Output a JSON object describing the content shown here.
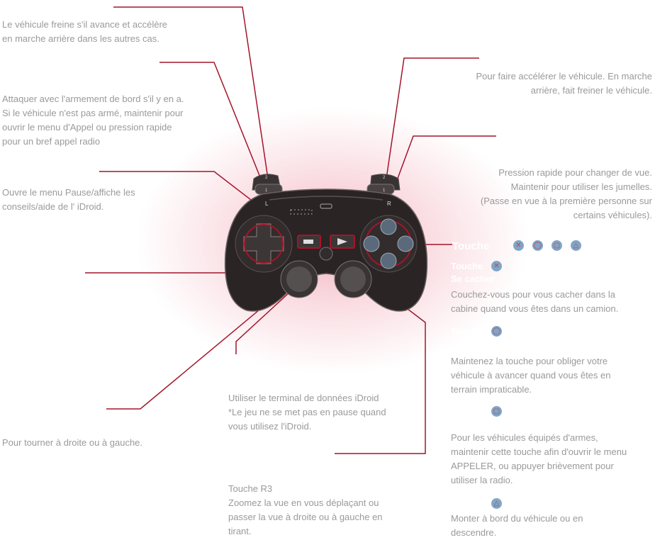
{
  "left": {
    "l2_desc": "Le véhicule freine s'il avance et accélère\nen marche arrière dans les autres cas.",
    "l1_desc": "Attaquer avec l'armement de bord s'il y en a.\nSi le véhicule n'est pas armé, maintenir pour\nouvrir le menu d'Appel ou pression rapide\npour un bref appel radio",
    "start_desc": "Ouvre le menu Pause/affiche les\nconseils/aide de l' iDroid.",
    "lstick_desc": "Pour tourner à droite ou à gauche."
  },
  "center": {
    "select_desc": "Utiliser le terminal de données iDroid\n*Le jeu ne se met pas en pause quand\nvous utilisez l'iDroid.",
    "r3_title": "Touche R3",
    "r3_desc": "Zoomez la vue en vous déplaçant ou\npasser la vue à droite ou à gauche en\ntirant."
  },
  "right": {
    "r2_desc": "Pour faire accélérer le véhicule. En marche\narrière, fait freiner le véhicule.",
    "r1_desc": "Pression rapide pour changer de vue.\nMaintenir pour utiliser les jumelles.\n(Passe en vue à la première personne sur\ncertains véhicules).",
    "face_title": "Touche",
    "cross_title": "Touche",
    "cross_sub": "Se cacher",
    "cross_desc": "Couchez-vous pour vous cacher dans la\ncabine quand vous êtes dans un camion.",
    "circle_title": "Touche",
    "circle_desc": "Maintenez la touche pour obliger votre\nvéhicule à avancer quand vous êtes en\nterrain impraticable.",
    "square_desc": "Pour les véhicules équipés d'armes,\nmaintenir cette touche afin d'ouvrir le menu\nAPPELER, ou appuyer brièvement pour\nutiliser la radio.",
    "triangle_desc": "Monter à bord du véhicule ou en\ndescendre."
  },
  "controller": {
    "l_label": "L",
    "r_label": "R",
    "l1": "1",
    "l2": "2",
    "r1": "1",
    "r2": "2"
  },
  "colors": {
    "leader_line": "#a3152b",
    "face_button_bg": "#7fa6c6",
    "face_symbol": "#c2415f",
    "controller_body": "#2a2424"
  },
  "icons": [
    "cross-icon",
    "circle-icon",
    "square-icon",
    "triangle-icon"
  ]
}
